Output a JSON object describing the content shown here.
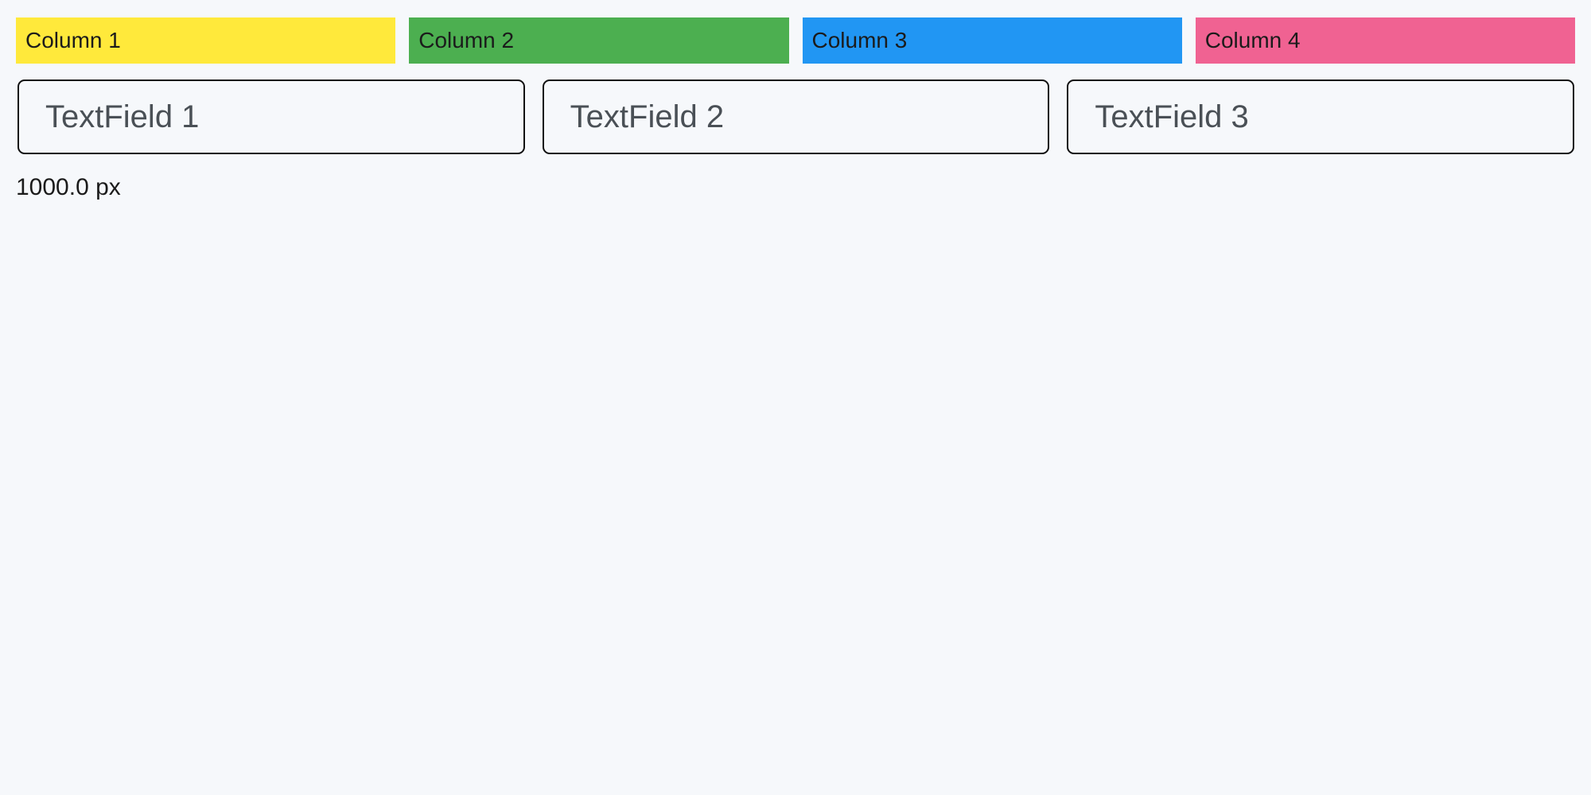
{
  "page": {
    "background_color": "#F6F8FB",
    "width_label": "1000.0 px"
  },
  "columns": [
    {
      "label": "Column 1",
      "color": "#FFE93B"
    },
    {
      "label": "Column 2",
      "color": "#4CAF50"
    },
    {
      "label": "Column 3",
      "color": "#2196F3"
    },
    {
      "label": "Column 4",
      "color": "#F06292"
    }
  ],
  "textfields": [
    {
      "placeholder": "TextField 1"
    },
    {
      "placeholder": "TextField 2"
    },
    {
      "placeholder": "TextField 3"
    }
  ]
}
